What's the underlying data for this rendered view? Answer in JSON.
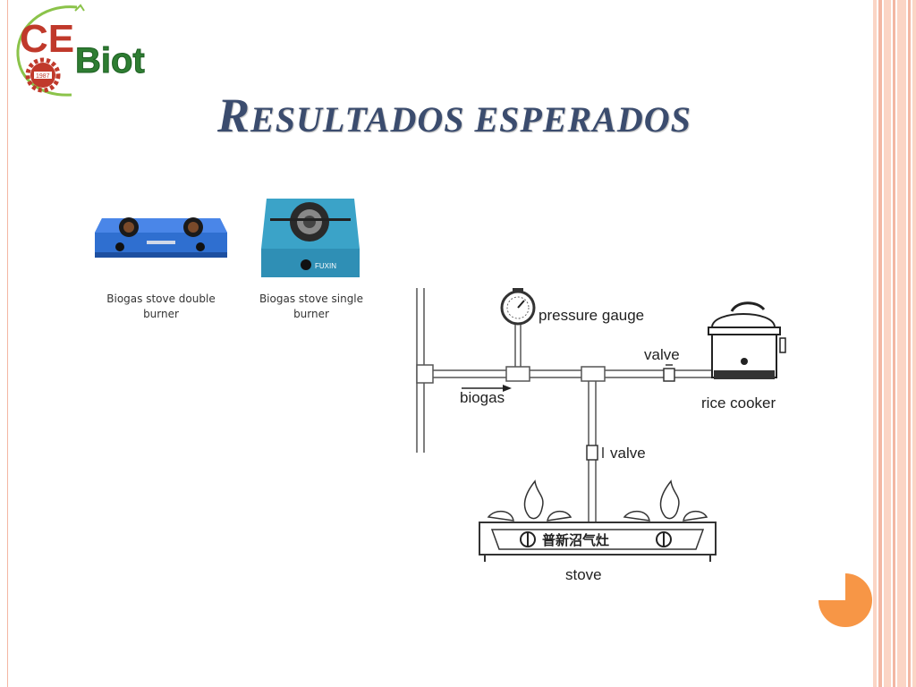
{
  "slide": {
    "title": "Resultados esperados",
    "title_display": "RESULTADOS ESPERADOS",
    "title_initial": "R",
    "title_rest": "ESULTADOS ESPERADOS"
  },
  "logo": {
    "text_line1": "CE",
    "text_line2": "Biot",
    "emblem_year": "1987"
  },
  "images": [
    {
      "icon": "double-burner-stove-image",
      "caption": "Biogas stove double burner",
      "caption_line1": "Biogas stove double",
      "caption_line2": "burner",
      "brand": ""
    },
    {
      "icon": "single-burner-stove-image",
      "caption": "Biogas stove single burner",
      "caption_line1": "Biogas stove single",
      "caption_line2": "burner",
      "brand": "FUXIN"
    }
  ],
  "diagram": {
    "labels": {
      "pressure_gauge": "pressure gauge",
      "valve_top": "valve",
      "biogas": "biogas",
      "rice_cooker": "rice cooker",
      "valve_mid": "valve",
      "stove": "stove",
      "stove_panel": "普新沼气灶"
    }
  },
  "colors": {
    "title": "#3b4c6e",
    "accent_orange": "#f79646",
    "stripe_light": "#fbd5c5",
    "stripe_mid": "#f3b7a3",
    "logo_red": "#c0392b",
    "logo_green": "#2e7d32",
    "stove_blue": "#2f6fd0"
  }
}
